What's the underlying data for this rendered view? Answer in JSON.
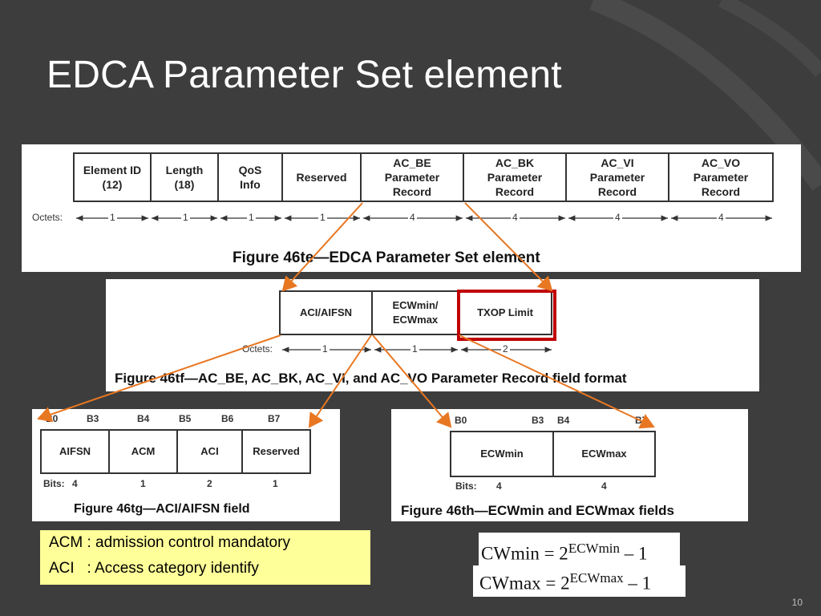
{
  "slide": {
    "title": "EDCA Parameter Set element",
    "page_number": "10"
  },
  "fig_te": {
    "fields": [
      "Element ID\n(12)",
      "Length\n(18)",
      "QoS\nInfo",
      "Reserved",
      "AC_BE\nParameter\nRecord",
      "AC_BK\nParameter\nRecord",
      "AC_VI\nParameter\nRecord",
      "AC_VO\nParameter\nRecord"
    ],
    "octets_label": "Octets:",
    "octets": [
      "1",
      "1",
      "1",
      "1",
      "4",
      "4",
      "4",
      "4"
    ],
    "caption": "Figure 46te—EDCA Parameter Set element"
  },
  "fig_tf": {
    "fields": [
      "ACI/AIFSN",
      "ECWmin/\nECWmax",
      "TXOP Limit"
    ],
    "octets_label": "Octets:",
    "octets": [
      "1",
      "1",
      "2"
    ],
    "caption": "Figure 46tf—AC_BE, AC_BK, AC_VI, and AC_VO Parameter Record field format"
  },
  "fig_tg": {
    "bit_labels": [
      "B0",
      "B3",
      "B4",
      "B5",
      "B6",
      "B7"
    ],
    "fields": [
      "AIFSN",
      "ACM",
      "ACI",
      "Reserved"
    ],
    "bits_label": "Bits:",
    "bits": [
      "4",
      "1",
      "2",
      "1"
    ],
    "caption": "Figure 46tg—ACI/AIFSN field"
  },
  "fig_th": {
    "bit_labels": [
      "B0",
      "B3",
      "B4",
      "B7"
    ],
    "fields": [
      "ECWmin",
      "ECWmax"
    ],
    "bits_label": "Bits:",
    "bits": [
      "4",
      "4"
    ],
    "caption": "Figure 46th—ECWmin and ECWmax fields"
  },
  "notes": {
    "acm": "ACM : admission control mandatory",
    "aci": "ACI   : Access category identify"
  },
  "formulas": {
    "cwmin_lhs": "CWmin = 2",
    "cwmin_exp": "ECWmin",
    "cwmin_rhs": " – 1",
    "cwmax_lhs": "CWmax = 2",
    "cwmax_exp": "ECWmax",
    "cwmax_rhs": " – 1"
  },
  "colors": {
    "background": "#3d3d3d",
    "arrow": "#e87722",
    "highlight": "#c00000",
    "note_bg": "#ffff99"
  }
}
